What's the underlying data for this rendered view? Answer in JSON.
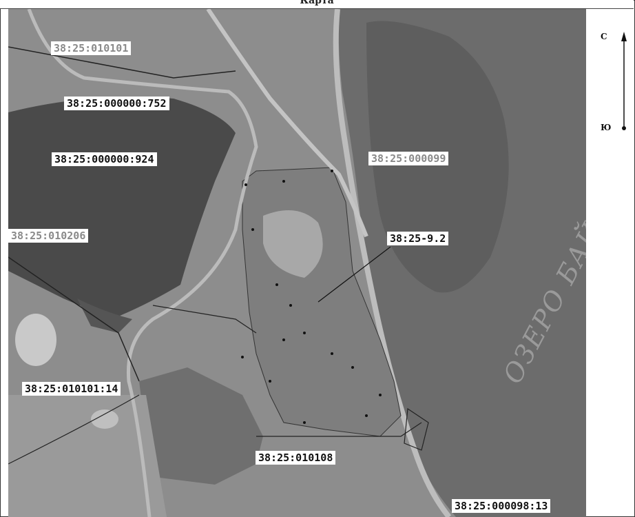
{
  "title": "Карта",
  "compass": {
    "north": "С",
    "south": "Ю"
  },
  "lake_label": "ОЗЕРО БАЙКАЛ",
  "parcels": [
    {
      "id": "p1",
      "text": "38:25:010101",
      "style": "light"
    },
    {
      "id": "p2",
      "text": "38:25:000000:752",
      "style": "dark"
    },
    {
      "id": "p3",
      "text": "38:25:000000:924",
      "style": "dark"
    },
    {
      "id": "p4",
      "text": "38:25:000099",
      "style": "light"
    },
    {
      "id": "p5",
      "text": "38:25:010206",
      "style": "light"
    },
    {
      "id": "p6",
      "text": "38:25-9.2",
      "style": "dark"
    },
    {
      "id": "p7",
      "text": "38:25:010101:14",
      "style": "dark"
    },
    {
      "id": "p8",
      "text": "38:25:010108",
      "style": "dark"
    },
    {
      "id": "p9",
      "text": "38:25:000098:13",
      "style": "dark"
    }
  ],
  "colors": {
    "lake": "#6b6b6b",
    "forest": "#4a4a4a",
    "land": "#8f8f8f",
    "marsh": "#a0a0a0"
  }
}
